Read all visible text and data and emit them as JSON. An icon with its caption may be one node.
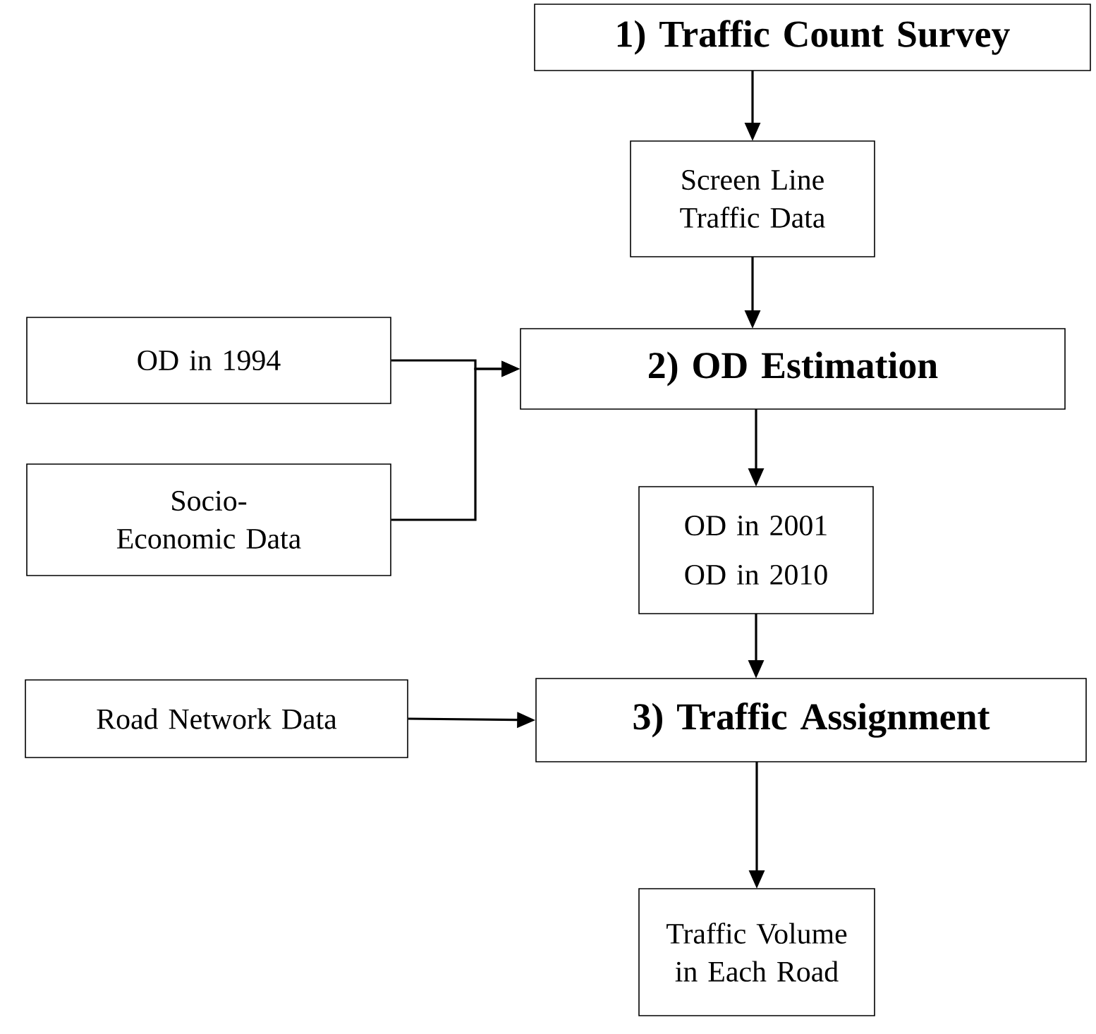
{
  "diagram": {
    "nodes": [
      {
        "text": [
          "1) Traffic Count Survey"
        ]
      },
      {
        "text": [
          "Screen Line Traffic Data"
        ]
      },
      {
        "text": [
          "OD in 1994"
        ]
      },
      {
        "text": [
          "Socio-Economic Data"
        ]
      },
      {
        "text": [
          "2) OD Estimation"
        ]
      },
      {
        "text": [
          "OD in 2001",
          "OD in 2010"
        ]
      },
      {
        "text": [
          "Road Network Data"
        ]
      },
      {
        "text": [
          "3) Traffic Assignment"
        ]
      },
      {
        "text": [
          "Traffic Volume in Each Road"
        ]
      }
    ],
    "edges": [
      {
        "from": 0,
        "to": 1,
        "arrow": "to"
      },
      {
        "from": 1,
        "to": 4,
        "arrow": "to"
      },
      {
        "from": 2,
        "to": 4,
        "arrow": "to"
      },
      {
        "from": 3,
        "to": 4,
        "arrow": "to"
      },
      {
        "from": 4,
        "to": 5,
        "arrow": "to"
      },
      {
        "from": 5,
        "to": 7,
        "arrow": "to"
      },
      {
        "from": 6,
        "to": 7,
        "arrow": "to"
      },
      {
        "from": 7,
        "to": 8,
        "arrow": "to"
      }
    ]
  }
}
